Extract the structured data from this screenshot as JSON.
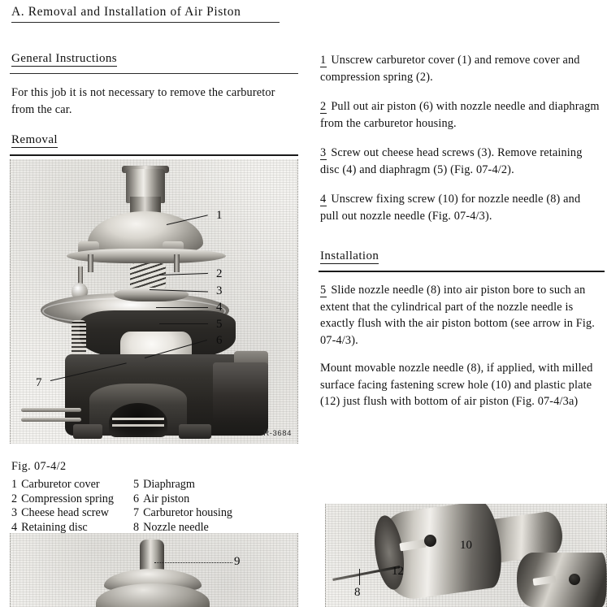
{
  "document": {
    "section_title": "A. Removal and Installation of Air Piston"
  },
  "left_column": {
    "general_instructions": {
      "heading": "General Instructions",
      "body": "For this job it is not necessary to remove the carburetor from the car."
    },
    "removal_heading": "Removal",
    "figure": {
      "caption": "Fig.  07-4/2",
      "photo_code": "R-3684",
      "callouts": [
        "1",
        "2",
        "3",
        "4",
        "5",
        "6",
        "7"
      ],
      "legend_left": [
        {
          "index": "1",
          "label": "Carburetor cover"
        },
        {
          "index": "2",
          "label": "Compression spring"
        },
        {
          "index": "3",
          "label": "Cheese head screw"
        },
        {
          "index": "4",
          "label": "Retaining disc"
        }
      ],
      "legend_right": [
        {
          "index": "5",
          "label": "Diaphragm"
        },
        {
          "index": "6",
          "label": "Air piston"
        },
        {
          "index": "7",
          "label": "Carburetor housing"
        },
        {
          "index": "8",
          "label": "Nozzle needle"
        }
      ]
    },
    "bottom_figure": {
      "callouts": [
        "9"
      ]
    }
  },
  "right_column": {
    "steps": [
      {
        "number": "1",
        "text": "Unscrew carburetor cover (1) and remove cover and compression spring (2)."
      },
      {
        "number": "2",
        "text": "Pull out air piston (6) with nozzle needle and diaphragm from the carburetor housing."
      },
      {
        "number": "3",
        "text": "Screw out cheese head screws (3). Remove retaining disc (4) and diaphragm (5) (Fig. 07-4/2)."
      },
      {
        "number": "4",
        "text": "Unscrew fixing screw (10) for nozzle needle (8) and pull out nozzle needle (Fig.  07-4/3)."
      }
    ],
    "installation_heading": "Installation",
    "installation_steps": [
      {
        "number": "5",
        "text": "Slide nozzle needle (8) into air piston bore to such an extent that the cylindrical part of the nozzle needle is exactly flush with the air piston bottom (see arrow in Fig.  07-4/3)."
      }
    ],
    "installation_note": "Mount movable nozzle needle (8), if applied, with milled surface facing fastening screw hole (10) and plastic plate (12) just flush with bottom of air piston (Fig.  07-4/3a)",
    "bottom_figure": {
      "callouts": [
        "8",
        "12",
        "10"
      ]
    }
  }
}
